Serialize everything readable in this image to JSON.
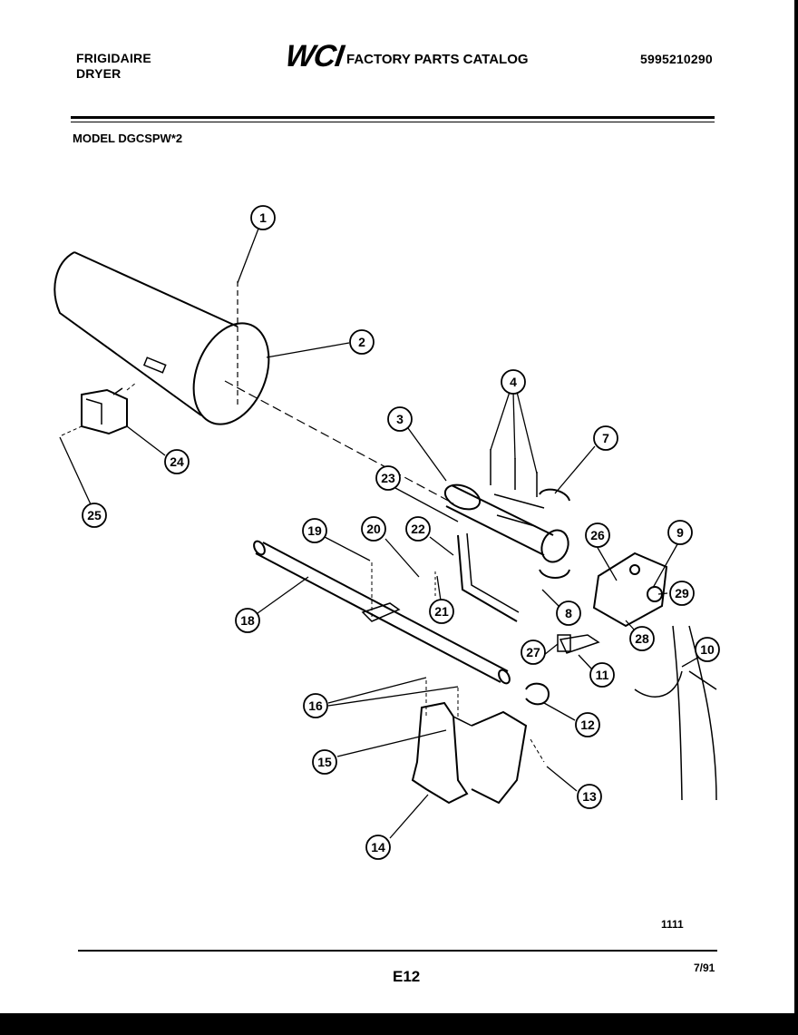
{
  "header": {
    "brand_line1": "FRIGIDAIRE",
    "brand_line2": "DRYER",
    "logo_text": "WCI",
    "catalog_title": "FACTORY PARTS CATALOG",
    "part_number": "5995210290"
  },
  "model_label": "MODEL DGCSPW*2",
  "callouts": [
    "1",
    "2",
    "3",
    "4",
    "7",
    "23",
    "26",
    "9",
    "29",
    "28",
    "8",
    "24",
    "25",
    "19",
    "20",
    "22",
    "21",
    "18",
    "27",
    "11",
    "10",
    "16",
    "12",
    "15",
    "13",
    "14"
  ],
  "footer": {
    "code": "1111",
    "page_number": "E12",
    "date": "7/91"
  }
}
